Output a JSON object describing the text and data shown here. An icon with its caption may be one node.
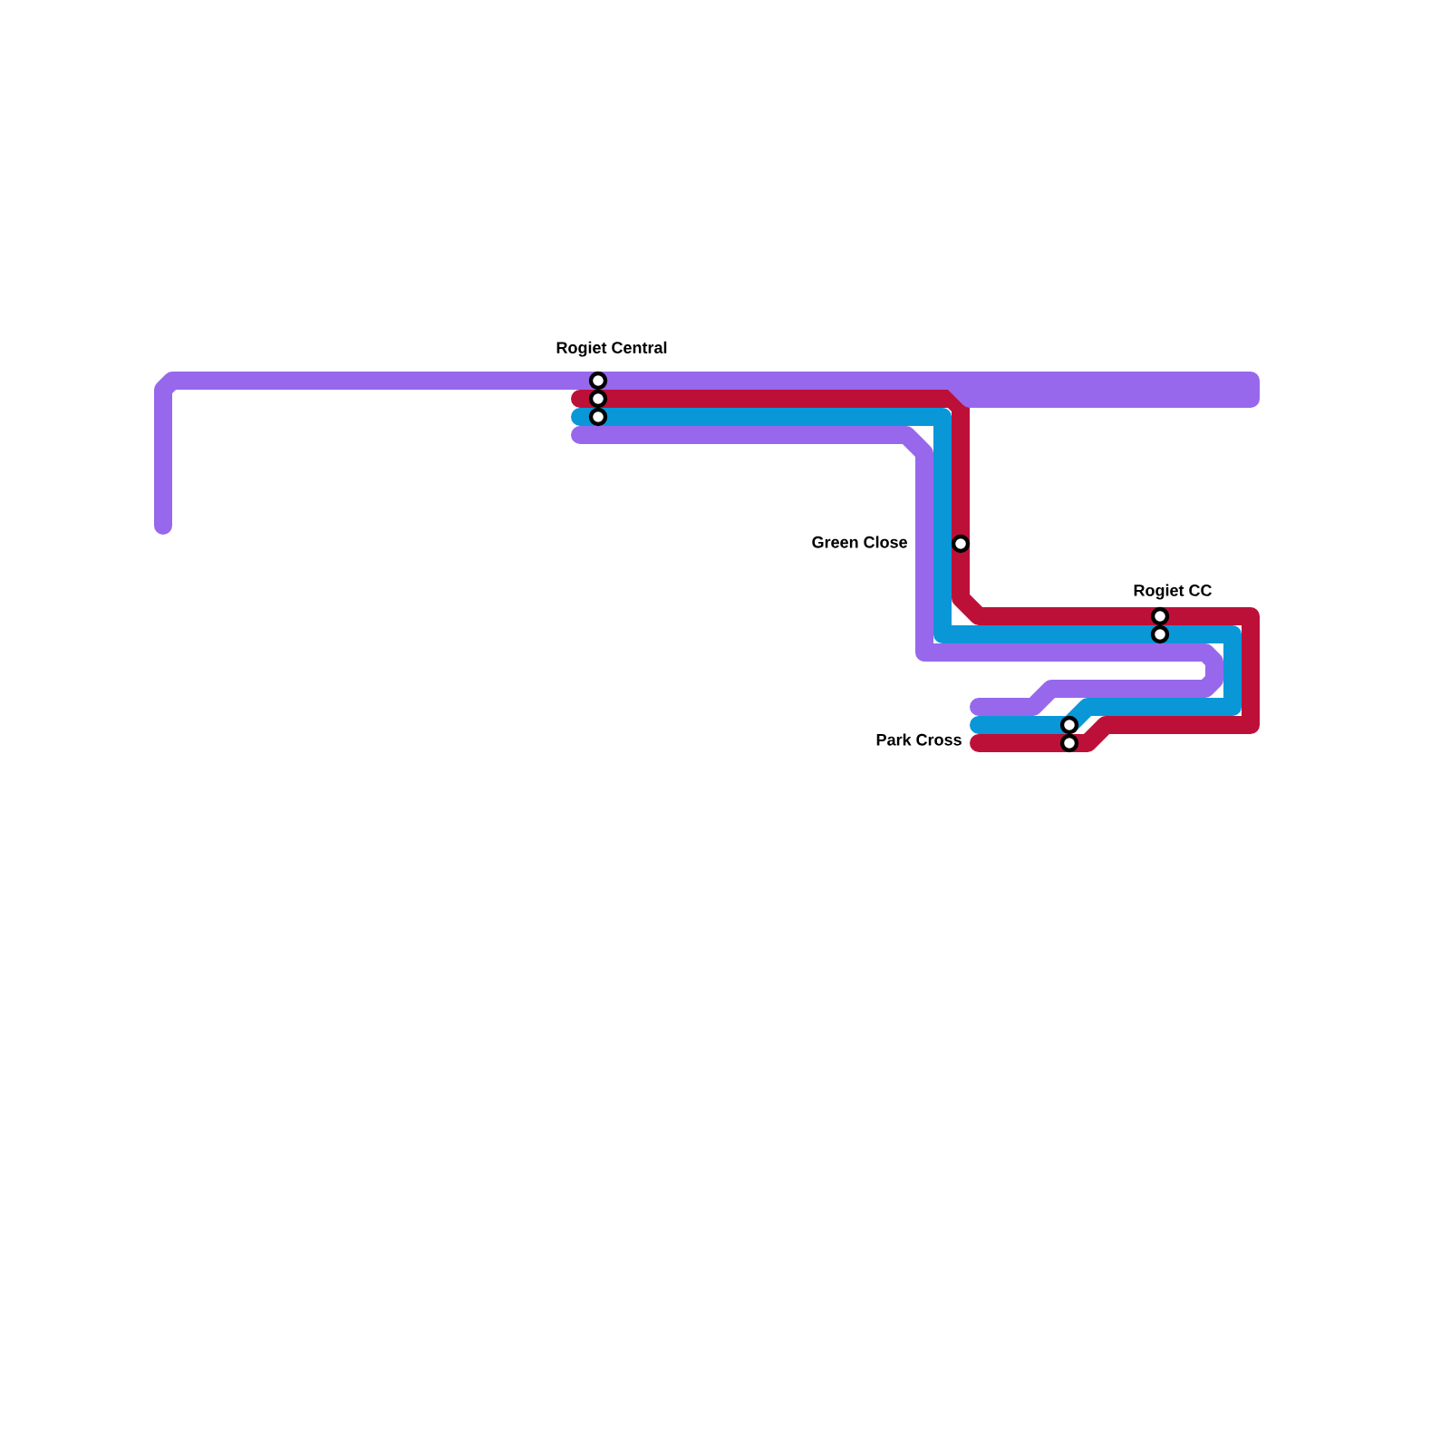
{
  "diagram": {
    "nodes": [
      {
        "text": [
          "Rogiet Central"
        ]
      },
      {
        "text": [
          "Green Close"
        ]
      },
      {
        "text": [
          "Rogiet CC"
        ]
      },
      {
        "text": [
          "Park Cross"
        ]
      }
    ],
    "edges": [
      {
        "from": 0,
        "to": 1,
        "arrow": "none",
        "color": "#bd1038"
      },
      {
        "from": 1,
        "to": 2,
        "arrow": "none",
        "color": "#bd1038"
      },
      {
        "from": 2,
        "to": 3,
        "arrow": "none",
        "color": "#bd1038"
      },
      {
        "from": 3,
        "to": null,
        "arrow": "none",
        "color": "#bd1038"
      },
      {
        "from": 0,
        "to": 2,
        "arrow": "none",
        "color": "#0a97d8"
      },
      {
        "from": 2,
        "to": 3,
        "arrow": "none",
        "color": "#0a97d8"
      },
      {
        "from": 3,
        "to": null,
        "arrow": "none",
        "color": "#0a97d8"
      },
      {
        "from": null,
        "to": 0,
        "arrow": "none",
        "color": "#9768ec"
      },
      {
        "from": 0,
        "to": null,
        "arrow": "none",
        "color": "#9768ec"
      }
    ]
  }
}
